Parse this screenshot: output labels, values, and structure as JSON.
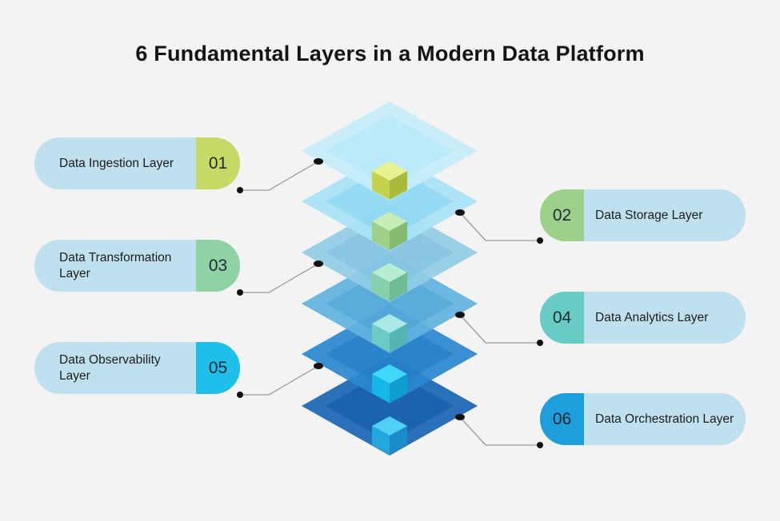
{
  "title": "6 Fundamental Layers in a Modern Data Platform",
  "layers": [
    {
      "number": "01",
      "label": "Data Ingestion Layer",
      "color": "#c6da66"
    },
    {
      "number": "02",
      "label": "Data Storage Layer",
      "color": "#9dd08a"
    },
    {
      "number": "03",
      "label": "Data Transformation Layer",
      "color": "#8fd3a4"
    },
    {
      "number": "04",
      "label": "Data Analytics Layer",
      "color": "#67ccc4"
    },
    {
      "number": "05",
      "label": "Data Observability Layer",
      "color": "#1ec0ea"
    },
    {
      "number": "06",
      "label": "Data Orchestration Layer",
      "color": "#1e9fdc"
    }
  ],
  "colors": {
    "background": "#f3f3f3",
    "pill": "#bfe0ef",
    "connector": "#9a9a9a",
    "dot": "#111111"
  }
}
